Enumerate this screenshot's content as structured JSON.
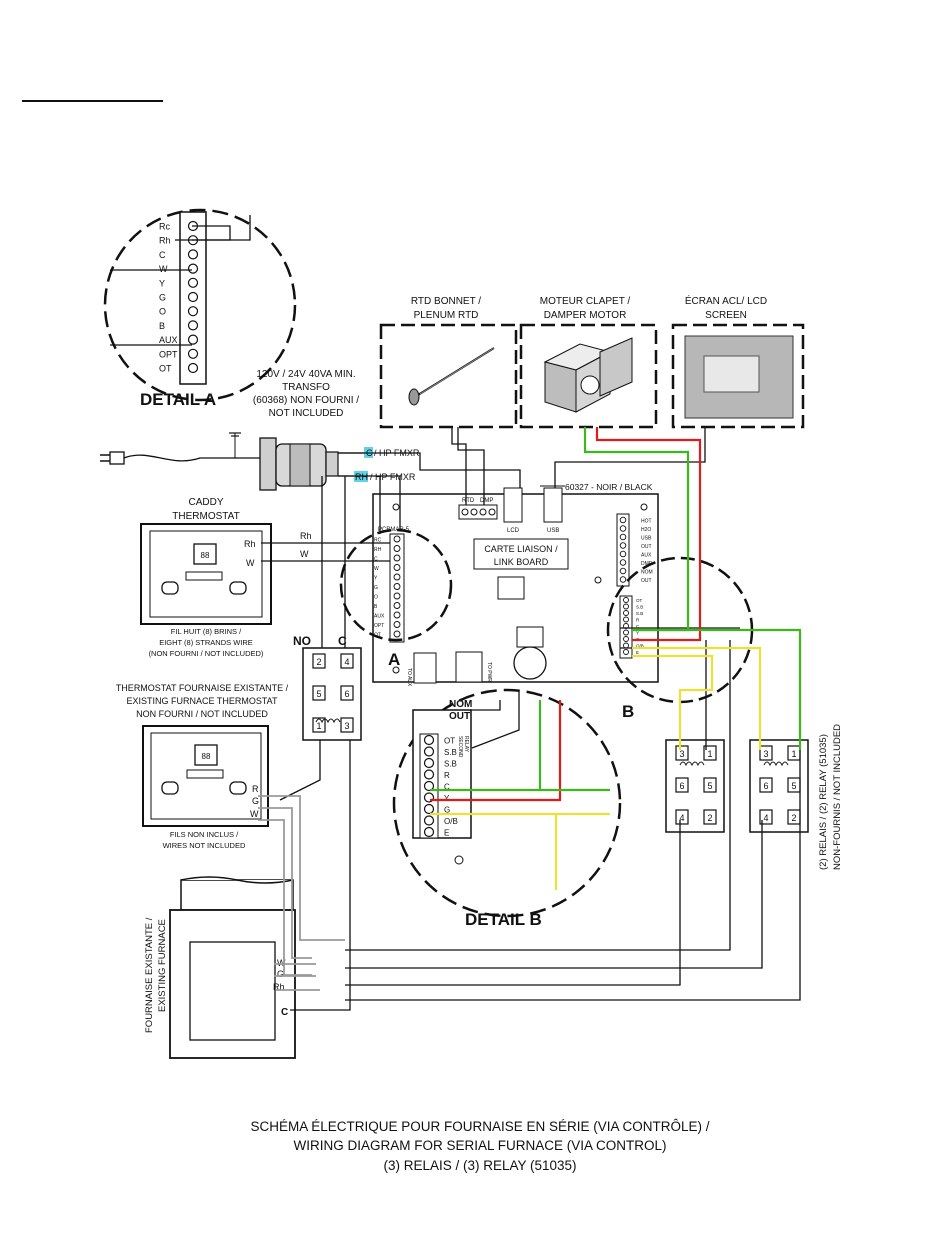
{
  "detail_a": {
    "title": "DETAIL A",
    "terminals": [
      "Rc",
      "Rh",
      "C",
      "W",
      "Y",
      "G",
      "O",
      "B",
      "AUX",
      "OPT",
      "OT"
    ]
  },
  "detail_b": {
    "title": "DETAIL B",
    "heading": [
      "NOM",
      "OUT"
    ],
    "terminals": [
      "OT",
      "S.B",
      "S.B",
      "R",
      "C",
      "Y",
      "G",
      "O/B",
      "E"
    ],
    "side_labels": [
      "SECOND",
      "RELAY"
    ]
  },
  "transformer": {
    "lines": [
      "120V / 24V 40VA MIN.",
      "TRANSFO",
      "(60368) NON FOURNI /",
      "NOT INCLUDED"
    ]
  },
  "hp_labels": {
    "c_tag": "C",
    "c_text": "/ HP FMXR",
    "rh_tag": "RH",
    "rh_text": "/ HP FMXR"
  },
  "rtd": {
    "lines": [
      "RTD BONNET /",
      "PLENUM RTD"
    ]
  },
  "damper": {
    "lines": [
      "MOTEUR CLAPET /",
      "DAMPER MOTOR"
    ]
  },
  "lcd": {
    "lines": [
      "ÉCRAN ACL/ LCD",
      "SCREEN"
    ]
  },
  "board": {
    "cable_label": "60327 - NOIR / BLACK",
    "link_board": [
      "CARTE LIAISON /",
      "LINK BOARD"
    ],
    "rtd_label": "RTD",
    "dmp_label": "DMP",
    "lcd_label": "LCD",
    "usb_label": "USB",
    "left_header": "PCBMAR-5",
    "left_terms": [
      "RC",
      "RH",
      "C",
      "W",
      "Y",
      "G",
      "O",
      "B",
      "AUX",
      "OPT",
      "OT"
    ],
    "right_terms_top": [
      "HOT",
      "H2O",
      "USB",
      "OUT",
      "AUX",
      "DMP",
      "NOM",
      "OUT"
    ],
    "right_terms_bottom": [
      "OT",
      "S.B",
      "S.B",
      "R",
      "C",
      "Y",
      "G",
      "O/B",
      "E"
    ],
    "label_a": "A",
    "label_b": "B",
    "bottom_small": [
      "TO AUX",
      "TO PWR"
    ]
  },
  "caddy": {
    "title_lines": [
      "CADDY",
      "THERMOSTAT"
    ],
    "display": "88",
    "rh": "Rh",
    "w": "W",
    "wire_rh": "Rh",
    "wire_w": "W",
    "note_lines": [
      "FIL HUIT (8) BRINS /",
      "EIGHT (8) STRANDS WIRE",
      "(NON FOURNI / NOT INCLUDED)"
    ]
  },
  "existing_thermostat": {
    "title_lines": [
      "THERMOSTAT FOURNAISE EXISTANTE /",
      "EXISTING FURNACE THERMOSTAT",
      "NON FOURNI / NOT INCLUDED"
    ],
    "display": "88",
    "r": "R",
    "g": "G",
    "w": "W",
    "note_lines": [
      "FILS NON INCLUS /",
      "WIRES NOT INCLUDED"
    ]
  },
  "relay_left": {
    "no": "NO",
    "c": "C",
    "pins": [
      "2",
      "4",
      "5",
      "6",
      "1",
      "3"
    ]
  },
  "relays_right": {
    "pins": [
      "3",
      "1",
      "6",
      "5",
      "4",
      "2"
    ],
    "note": [
      "(2) RELAIS / (2) RELAY (51035)",
      "NON-FOURNIS / NOT INCLUDED"
    ]
  },
  "furnace": {
    "label_lines": [
      "FOURNAISE EXISTANTE /",
      "EXISTING FURNACE"
    ],
    "w": "W",
    "g": "G",
    "rh": "Rh",
    "c": "C"
  },
  "caption": [
    "SCHÉMA ÉLECTRIQUE POUR FOURNAISE EN SÉRIE (VIA CONTRÔLE) /",
    "WIRING DIAGRAM FOR SERIAL FURNACE (VIA CONTROL)",
    "(3) RELAIS / (3) RELAY (51035)"
  ],
  "colors": {
    "ink": "#111111",
    "wire_red": "#e01b1b",
    "wire_green": "#3cb81e",
    "wire_yellow": "#e8e23a",
    "wire_gray": "#9a9a9a",
    "highlight": "#5fd3e8"
  }
}
